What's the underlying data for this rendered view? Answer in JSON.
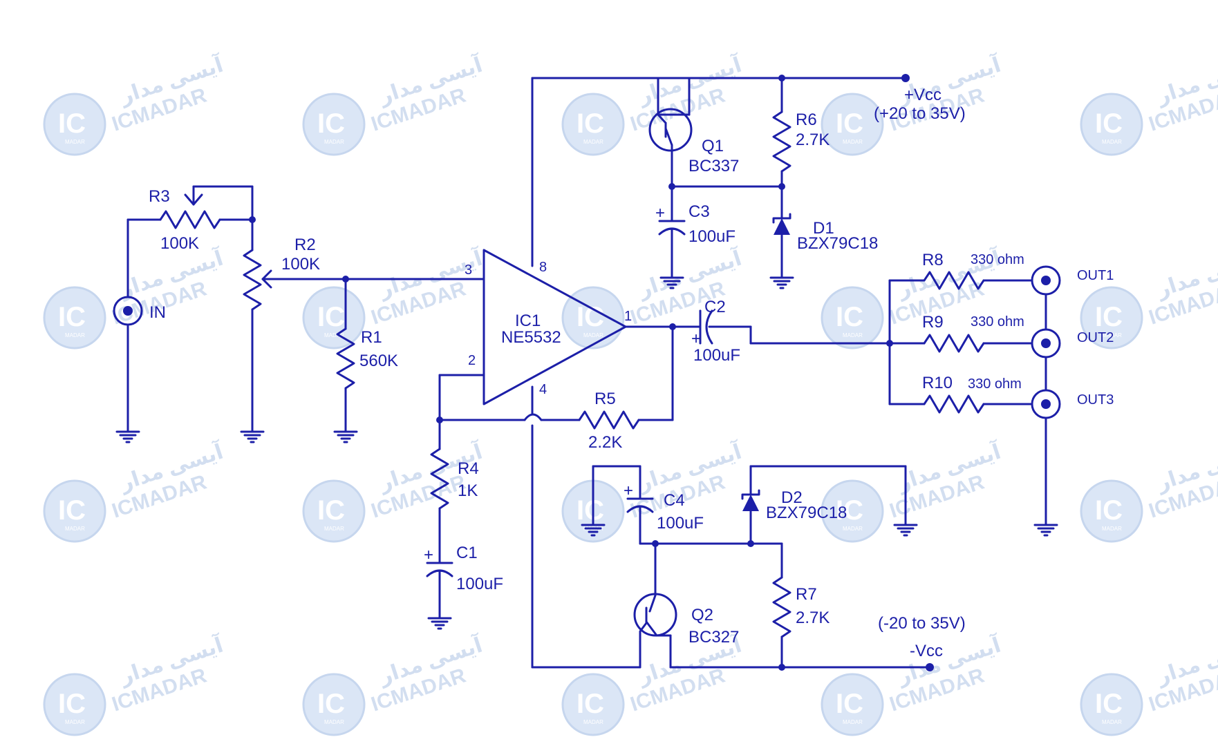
{
  "watermark": {
    "brand_latin": "ICMADAR",
    "brand_persian": "آیسی مدار",
    "logo_text": "IC",
    "logo_sub": "MADAR"
  },
  "labels": {
    "in": "IN",
    "r3_name": "R3",
    "r3_value": "100K",
    "r2_name": "R2",
    "r2_value": "100K",
    "r1_name": "R1",
    "r1_value": "560K",
    "ic1_name": "IC1",
    "ic1_part": "NE5532",
    "pin3": "3",
    "pin2": "2",
    "pin8": "8",
    "pin4": "4",
    "pin1": "1",
    "r5_name": "R5",
    "r5_value": "2.2K",
    "r4_name": "R4",
    "r4_value": "1K",
    "c1_name": "C1",
    "c1_value": "100uF",
    "c2_name": "C2",
    "c2_value": "100uF",
    "q1_name": "Q1",
    "q1_part": "BC337",
    "r6_name": "R6",
    "r6_value": "2.7K",
    "c3_name": "C3",
    "c3_value": "100uF",
    "d1_name": "D1",
    "d1_part": "BZX79C18",
    "vcc_pos": "+Vcc",
    "vcc_pos_range": "(+20 to 35V)",
    "c4_name": "C4",
    "c4_value": "100uF",
    "d2_name": "D2",
    "d2_part": "BZX79C18",
    "q2_name": "Q2",
    "q2_part": "BC327",
    "r7_name": "R7",
    "r7_value": "2.7K",
    "vcc_neg_range": "(-20 to 35V)",
    "vcc_neg": "-Vcc",
    "r8_name": "R8",
    "r8_value": "330 ohm",
    "r9_name": "R9",
    "r9_value": "330 ohm",
    "r10_name": "R10",
    "r10_value": "330 ohm",
    "out1": "OUT1",
    "out2": "OUT2",
    "out3": "OUT3",
    "plus": "+"
  },
  "colors": {
    "wire": "#1c1fa8",
    "watermark": "#d2def0"
  }
}
